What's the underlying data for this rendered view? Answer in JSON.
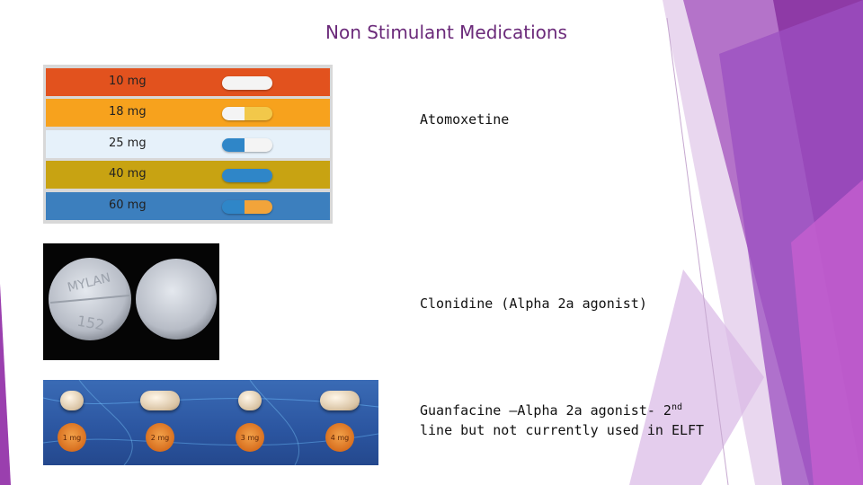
{
  "slide": {
    "title": "Non Stimulant Medications",
    "medications": [
      {
        "name": "Atomoxetine",
        "doses": [
          {
            "label": "10 mg",
            "band_color": "#e2521e",
            "capsule_left": "#f4f4f4",
            "capsule_right": "#f4f4f4"
          },
          {
            "label": "18 mg",
            "band_color": "#f7a21d",
            "capsule_left": "#f4f4f4",
            "capsule_right": "#f2c84a"
          },
          {
            "label": "25 mg",
            "band_color": "#e6f1fa",
            "capsule_left": "#2f86c8",
            "capsule_right": "#f4f4f4"
          },
          {
            "label": "40 mg",
            "band_color": "#c8a312",
            "capsule_left": "#2f86c8",
            "capsule_right": "#2f86c8"
          },
          {
            "label": "60 mg",
            "band_color": "#3c7fbe",
            "capsule_left": "#2f86c8",
            "capsule_right": "#f2a43a"
          }
        ]
      },
      {
        "name": "Clonidine (Alpha 2a agonist)",
        "tablet_imprint": [
          "MYLAN",
          "152"
        ]
      },
      {
        "name_line1": "Guanfacine –Alpha 2a agonist- 2",
        "name_sup": "nd",
        "name_line2": "line but not currently used in ELFT",
        "doses": [
          "1 mg",
          "2 mg",
          "3 mg",
          "4 mg"
        ]
      }
    ]
  },
  "theme": {
    "accent": "#8e3aa6",
    "accent_dark": "#6b2a7a",
    "accent_light": "#c77be0"
  }
}
